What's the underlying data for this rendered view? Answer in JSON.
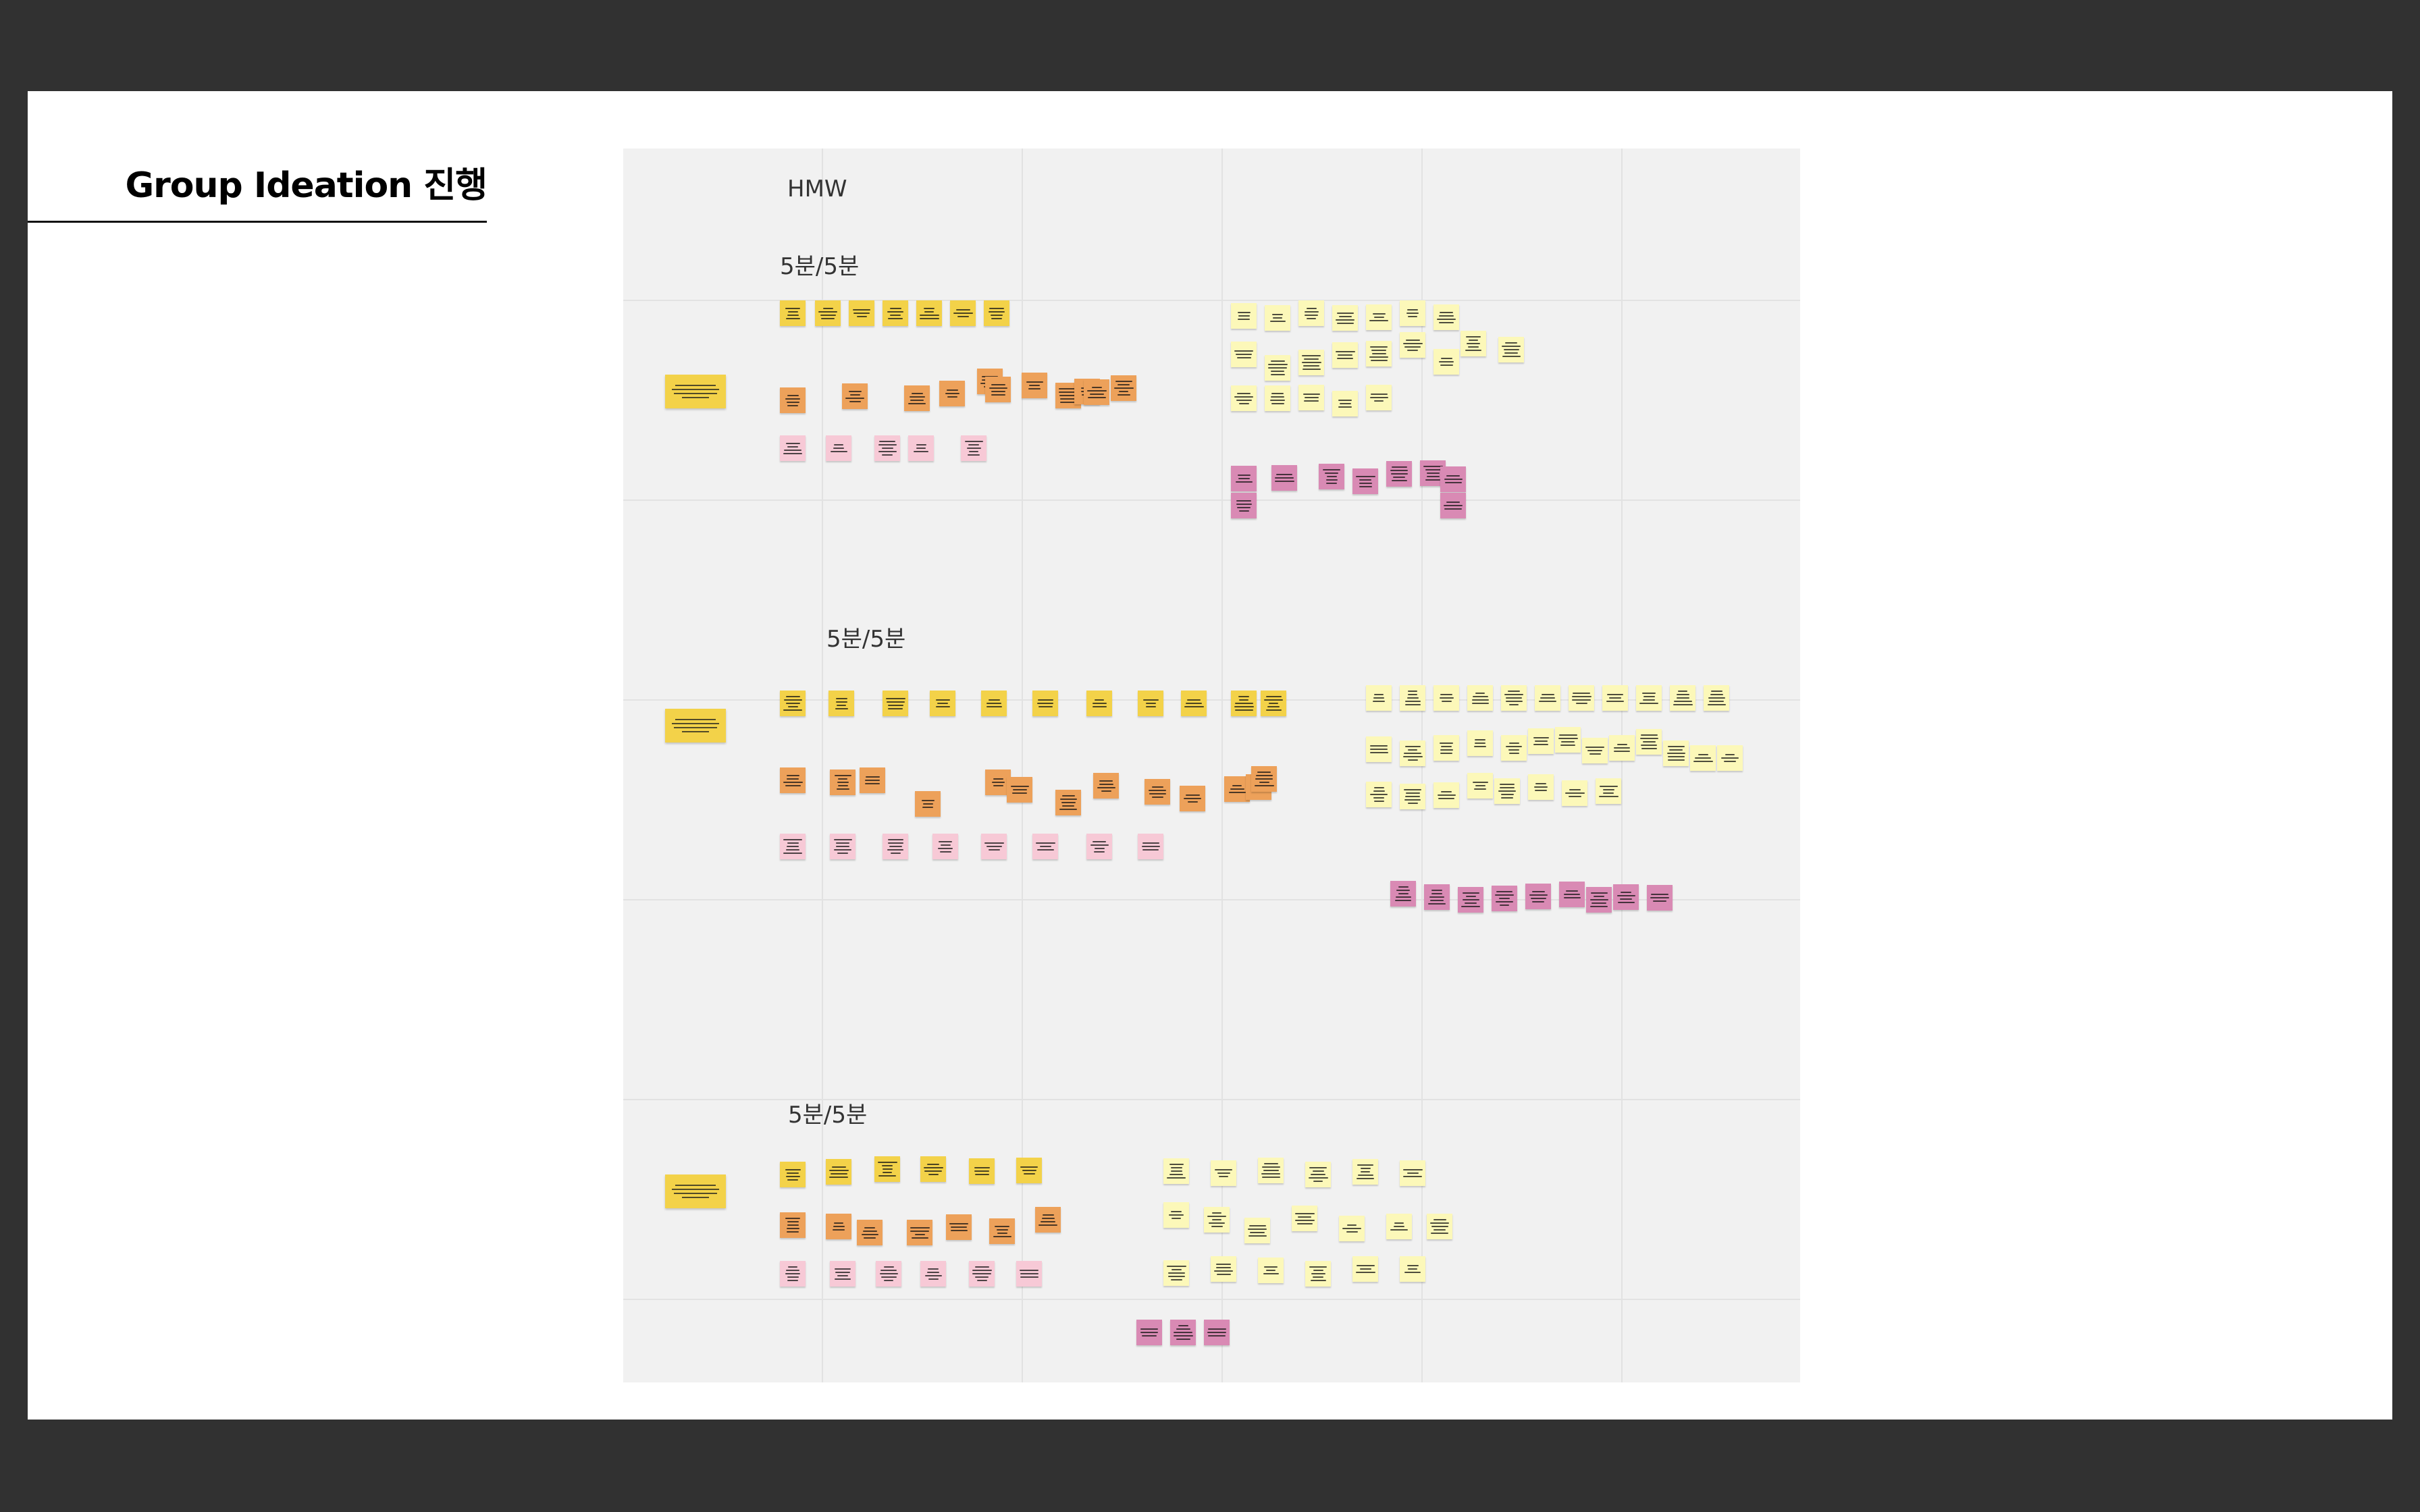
{
  "slide": {
    "title": "Group Ideation 진행"
  },
  "board": {
    "header": "HMW",
    "sections": [
      {
        "timer_label": "5분/5분"
      },
      {
        "timer_label": "5분/5분"
      },
      {
        "timer_label": "5분/5분"
      }
    ]
  },
  "colors": {
    "background": "#313131",
    "slide": "#ffffff",
    "board": "#f1f1f1",
    "sticky_yellow": "#f3d249",
    "sticky_orange": "#eda15a",
    "sticky_pink": "#f7c9d6",
    "sticky_light_yellow": "#fcf8b9",
    "sticky_magenta": "#d98ab4"
  }
}
